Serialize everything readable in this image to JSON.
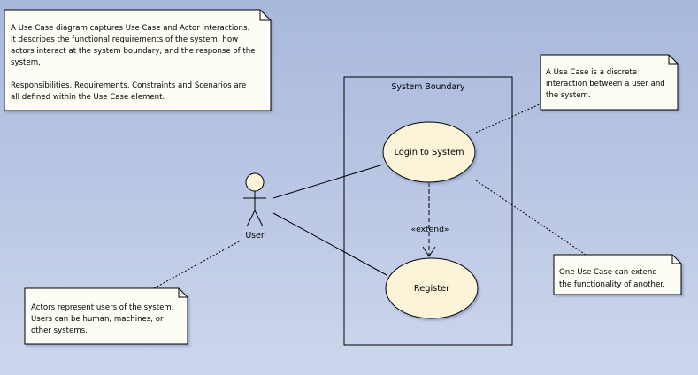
{
  "diagram": {
    "notes": {
      "intro": {
        "lines": [
          "A Use Case diagram captures Use Case and Actor interactions.",
          "It describes the functional requirements of the system, how",
          "actors interact at the system boundary, and the response of the",
          "system.",
          "",
          "Responsibilities, Requirements, Constraints and Scenarios are",
          "all defined within the Use Case element."
        ]
      },
      "use_case": {
        "lines": [
          "A Use Case is a discrete",
          "interaction between a user and",
          "the system."
        ]
      },
      "actors": {
        "lines": [
          "Actors represent users of the system.",
          "Users can be human, machines, or",
          "other systems."
        ]
      },
      "extend": {
        "lines": [
          "One Use Case can extend",
          "the functionality of another."
        ]
      }
    },
    "boundary": {
      "title": "System Boundary"
    },
    "actor": {
      "name": "User"
    },
    "use_cases": {
      "login": {
        "label": "Login to System"
      },
      "register": {
        "label": "Register"
      }
    },
    "extend_relation": {
      "stereotype": "«extend»"
    },
    "colors": {
      "note_fill": "#fdfdf6",
      "use_case_fill": "#fbf4d8",
      "line": "#000000"
    }
  }
}
